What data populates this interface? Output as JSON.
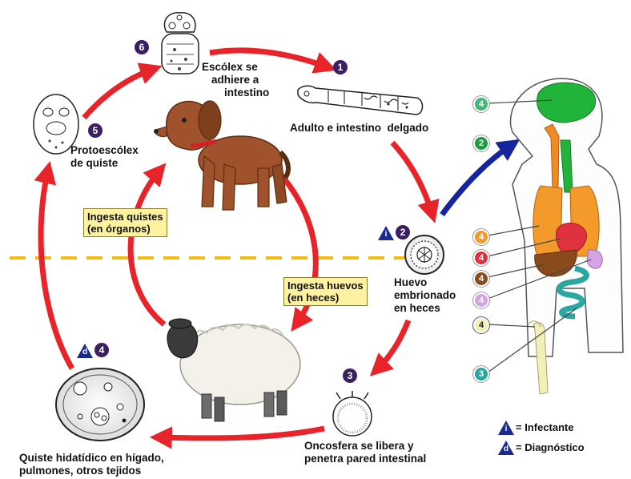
{
  "stages": {
    "s1": {
      "num": "1",
      "label_lines": [
        "Adulto e intestino  delgado"
      ]
    },
    "s2": {
      "num": "2",
      "label_lines": [
        "Huevo",
        "embrionado",
        "en heces"
      ]
    },
    "s3": {
      "num": "3",
      "label_lines": [
        "Oncosfera se libera y",
        "penetra pared intestinal"
      ]
    },
    "s4": {
      "num": "4",
      "label_lines": [
        "Quiste hidatídico en hígado,",
        "pulmones, otros tejidos"
      ]
    },
    "s5": {
      "num": "5",
      "label_lines": [
        "Protoescólex",
        "de quiste"
      ]
    },
    "s6": {
      "num": "6",
      "label_lines": [
        "Escólex se",
        "adhiere a",
        "intestino"
      ]
    }
  },
  "boxes": {
    "ingesta_quistes": [
      "Ingesta quistes",
      "(en órganos)"
    ],
    "ingesta_huevos": [
      "Ingesta huevos",
      "(en heces)"
    ]
  },
  "stage_markers": {
    "infective": "i",
    "diagnostic": "d"
  },
  "organ_markers": [
    {
      "num": "4",
      "color": "#3fb87a",
      "organ": "brain"
    },
    {
      "num": "2",
      "color": "#1e9b43",
      "organ": "route"
    },
    {
      "num": "4",
      "color": "#f39a2b",
      "organ": "lungs"
    },
    {
      "num": "4",
      "color": "#e0323e",
      "organ": "heart"
    },
    {
      "num": "4",
      "color": "#8b4a1c",
      "organ": "liver"
    },
    {
      "num": "4",
      "color": "#d6a3e3",
      "organ": "spleen"
    },
    {
      "num": "4",
      "color": "#f3efb8",
      "organ": "bone"
    },
    {
      "num": "3",
      "color": "#2aa7a0",
      "organ": "intestine"
    }
  ],
  "legend": [
    {
      "symbol": "i",
      "text": "= Infectante"
    },
    {
      "symbol": "d",
      "text": "= Diagnóstico"
    }
  ],
  "colors": {
    "cycle_arrow": "#e8232a",
    "spread_arrow": "#16259e",
    "divider": "#f3bb15",
    "badge": "#3c1f63",
    "box_fill": "#fdf2a0"
  }
}
